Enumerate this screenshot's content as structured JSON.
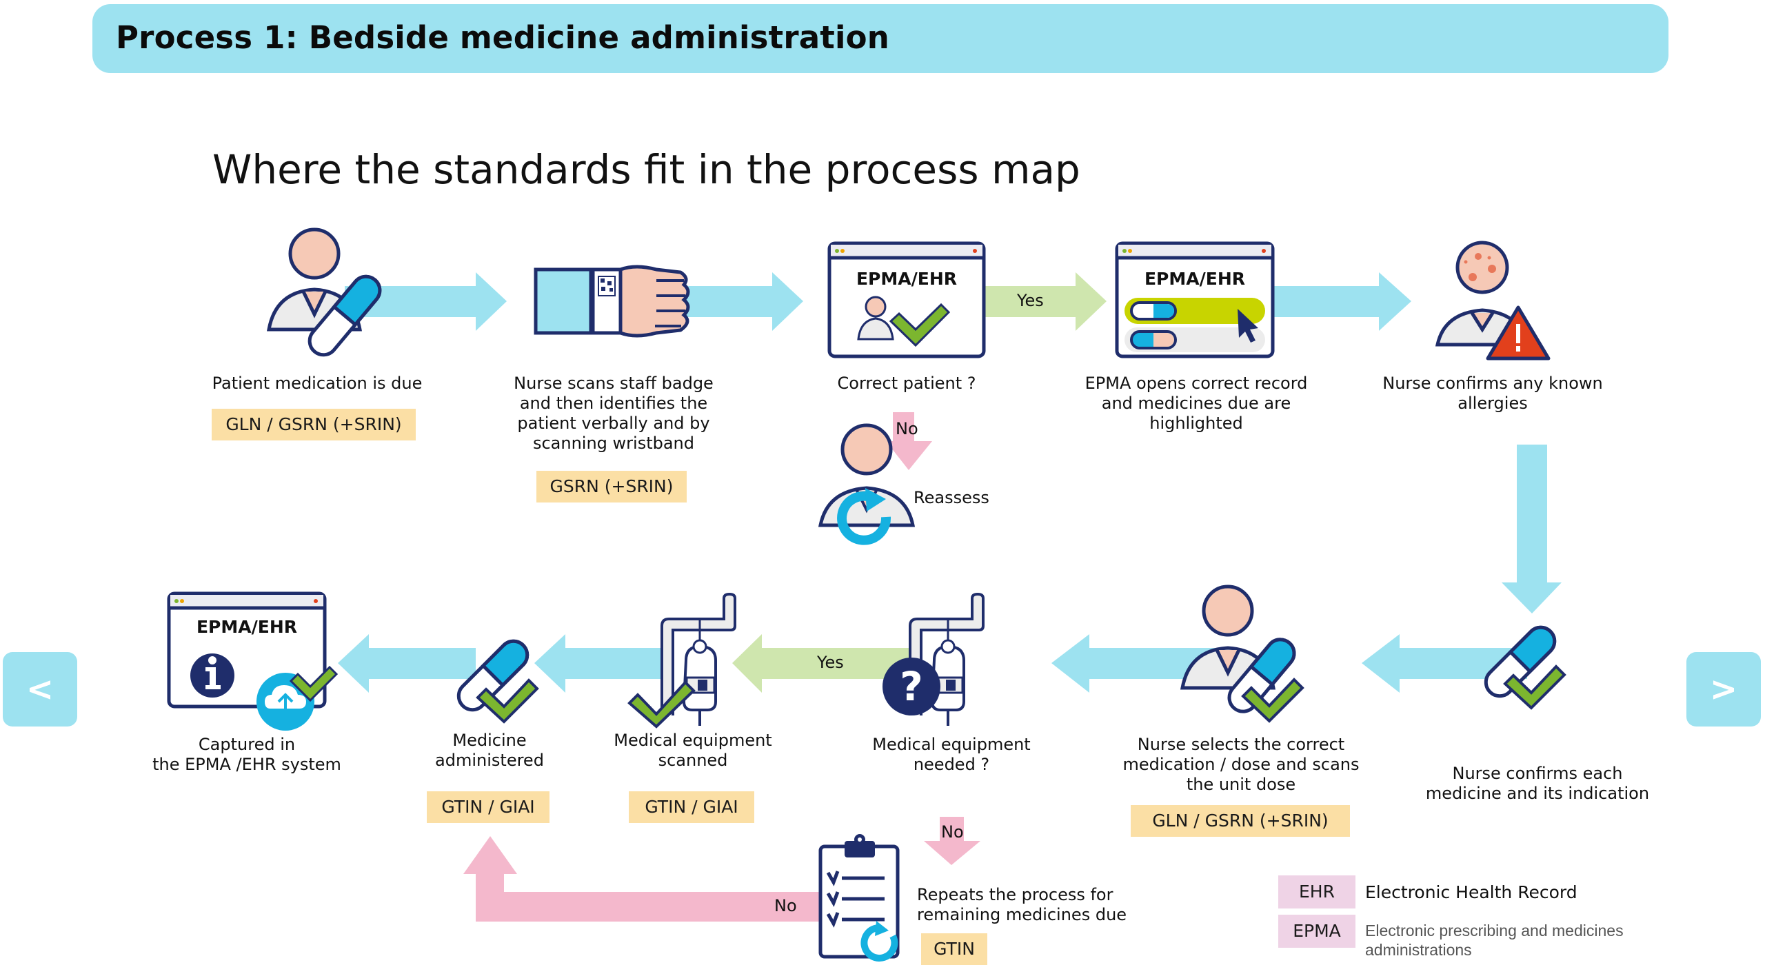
{
  "header": {
    "title": "Process 1: Bedside medicine administration"
  },
  "subtitle": "Where the standards fit in the process map",
  "colors": {
    "header_bg": "#9de2f0",
    "flow_arrow": "#9de2f0",
    "yes_arrow": "#cfe6ae",
    "no_arrow": "#f4b8cc",
    "standard_tag": "#fbdfa5",
    "legend_key": "#efd3e6",
    "outline": "#1f2d6b",
    "capsule_blue": "#15b1e0",
    "check_green": "#7cb62f",
    "warning_red": "#e2401c",
    "highlight_lime": "#c8d400"
  },
  "steps": [
    {
      "id": "patient-medication-due",
      "label": "Patient medication is due",
      "standard": "GLN / GSRN (+SRIN)",
      "icon": "patient-capsule-icon"
    },
    {
      "id": "nurse-scans-badge",
      "label": "Nurse scans staff badge and then identifies the patient verbally and by scanning wristband",
      "label_lines": [
        "Nurse scans staff badge",
        "and then identifies the",
        "patient verbally and by",
        "scanning wristband"
      ],
      "standard": "GSRN (+SRIN)",
      "icon": "wristband-scan-icon"
    },
    {
      "id": "correct-patient",
      "label": "Correct patient ?",
      "window_title": "EPMA/EHR",
      "icon": "epma-window-patient-check-icon"
    },
    {
      "id": "epma-opens-record",
      "label_lines": [
        "EPMA opens correct record",
        "and medicines due are",
        "highlighted"
      ],
      "window_title": "EPMA/EHR",
      "icon": "epma-window-highlight-icon"
    },
    {
      "id": "confirm-allergies",
      "label_lines": [
        "Nurse confirms any known",
        "allergies"
      ],
      "icon": "allergy-warning-icon"
    },
    {
      "id": "confirm-each-medicine",
      "label_lines": [
        "Nurse confirms each",
        "medicine and its indication"
      ],
      "icon": "capsule-check-icon"
    },
    {
      "id": "select-medication",
      "label_lines": [
        "Nurse selects the correct",
        "medication / dose and scans",
        "the unit dose"
      ],
      "standard": "GLN / GSRN (+SRIN)",
      "icon": "nurse-capsule-check-icon"
    },
    {
      "id": "equipment-needed",
      "label_lines": [
        "Medical equipment",
        "needed ?"
      ],
      "icon": "iv-bag-question-icon"
    },
    {
      "id": "equipment-scanned",
      "label_lines": [
        "Medical equipment",
        "scanned"
      ],
      "standard": "GTIN / GIAI",
      "icon": "iv-bag-check-icon"
    },
    {
      "id": "medicine-administered",
      "label_lines": [
        "Medicine",
        "administered"
      ],
      "standard": "GTIN / GIAI",
      "icon": "capsule-check-icon"
    },
    {
      "id": "captured-in-epma",
      "label_lines": [
        "Captured in",
        "the EPMA /EHR system"
      ],
      "window_title": "EPMA/EHR",
      "icon": "epma-window-upload-icon"
    },
    {
      "id": "repeat-process",
      "label_lines": [
        "Repeats the process for",
        "remaining medicines due"
      ],
      "standard": "GTIN",
      "icon": "checklist-repeat-icon"
    }
  ],
  "branches": {
    "correct_patient_yes": "Yes",
    "correct_patient_no": "No",
    "reassess": "Reassess",
    "equipment_yes": "Yes",
    "equipment_no": "No",
    "repeat_no": "No"
  },
  "legend": [
    {
      "abbr": "EHR",
      "meaning": "Electronic Health Record"
    },
    {
      "abbr": "EPMA",
      "meaning": "Electronic prescribing and medicines administrations",
      "lines": [
        "Electronic prescribing and medicines",
        "administrations"
      ]
    }
  ],
  "nav": {
    "prev": "<",
    "next": ">"
  }
}
